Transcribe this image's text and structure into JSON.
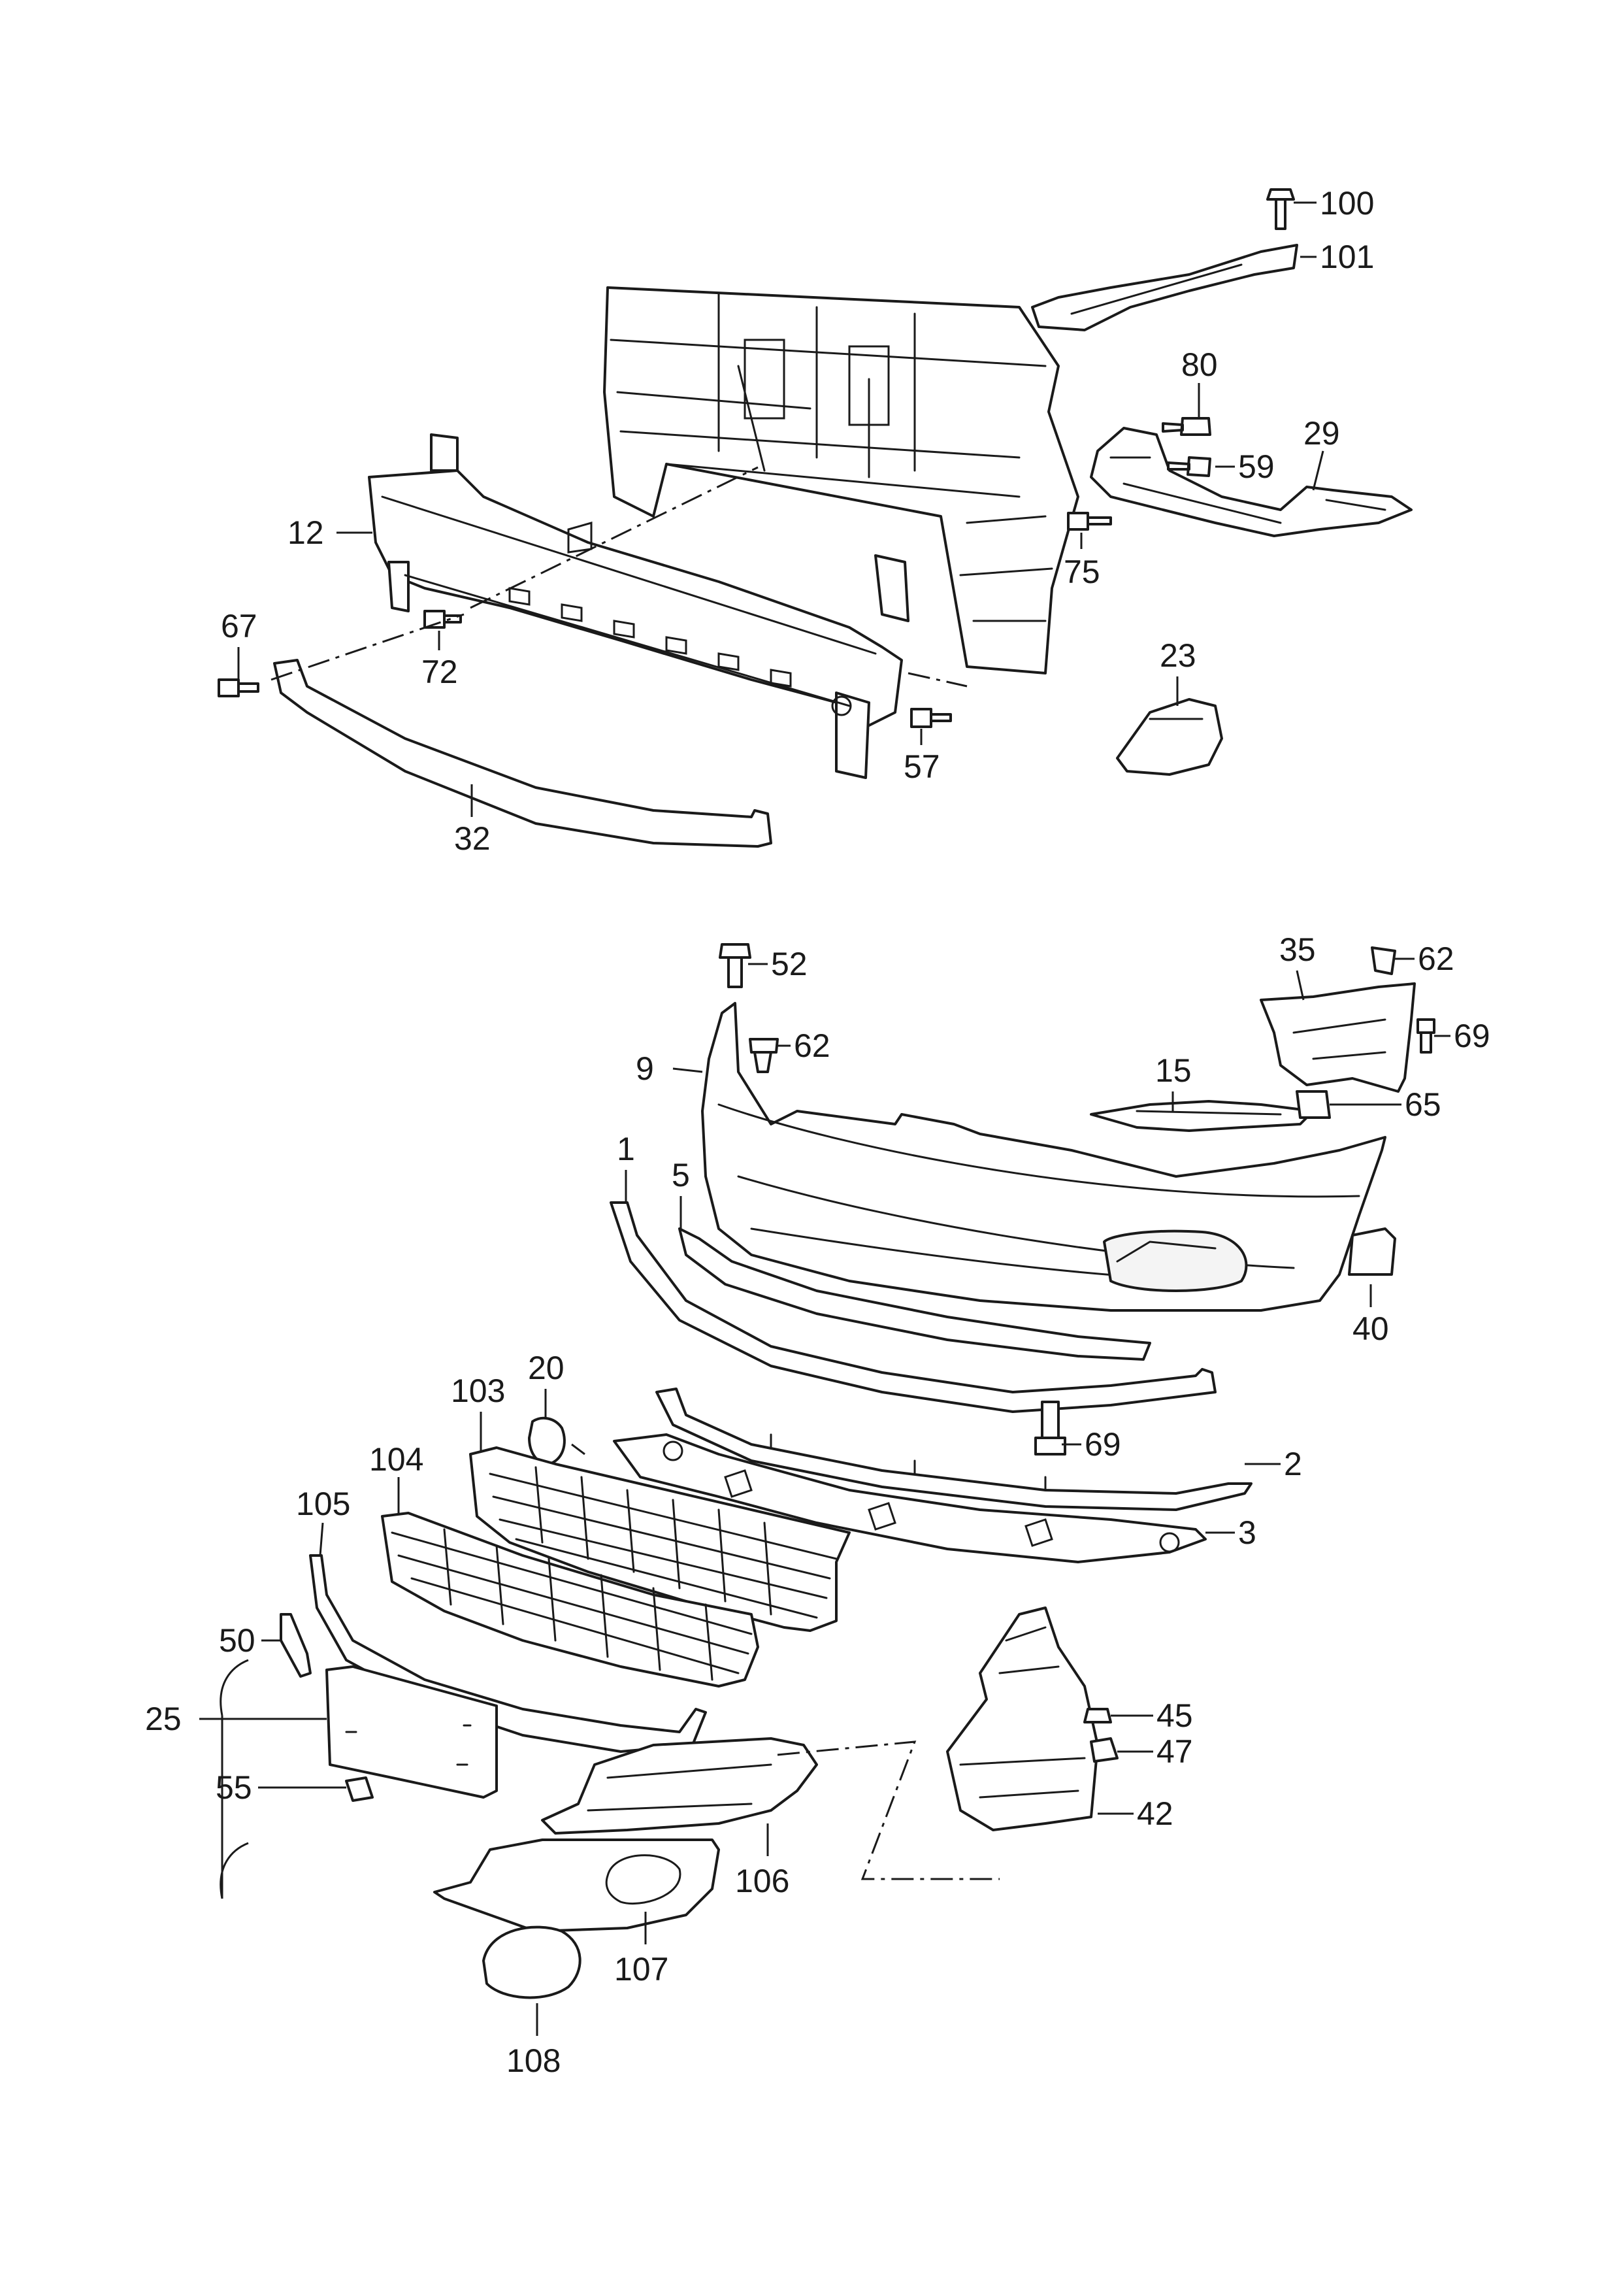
{
  "callouts": {
    "c100": "100",
    "c101": "101",
    "c80": "80",
    "c29": "29",
    "c59": "59",
    "c75": "75",
    "c12": "12",
    "c67": "67",
    "c72": "72",
    "c23": "23",
    "c57": "57",
    "c32": "32",
    "c52": "52",
    "c62a": "62",
    "c35": "35",
    "c62b": "62",
    "c69a": "69",
    "c9": "9",
    "c15": "15",
    "c65": "65",
    "c1": "1",
    "c5": "5",
    "c40": "40",
    "c20": "20",
    "c103": "103",
    "c69b": "69",
    "c2": "2",
    "c104": "104",
    "c3": "3",
    "c105": "105",
    "c50": "50",
    "c25": "25",
    "c55": "55",
    "c45": "45",
    "c47": "47",
    "c42": "42",
    "c106": "106",
    "c107": "107",
    "c108": "108"
  }
}
